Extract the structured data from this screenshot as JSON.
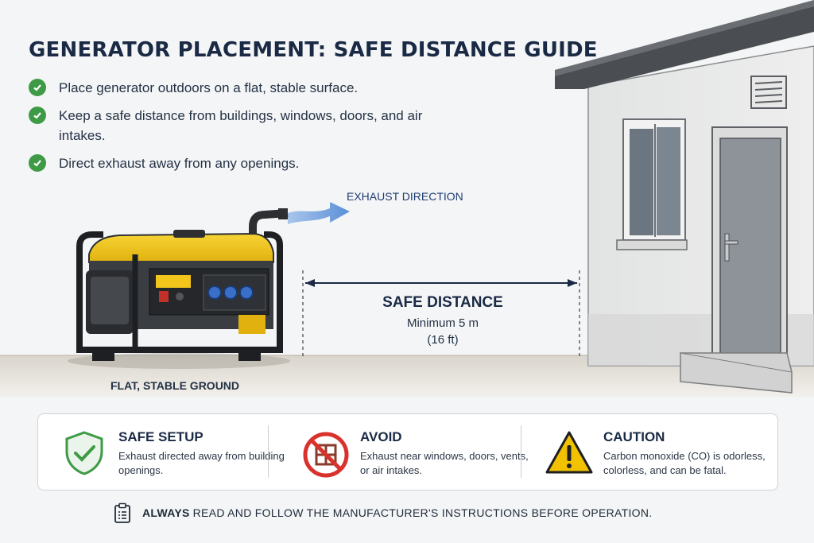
{
  "title": "GENERATOR PLACEMENT: SAFE DISTANCE GUIDE",
  "checklist": [
    "Place generator outdoors on a flat, stable surface.",
    "Keep a safe distance from buildings, windows, doors, and air intakes.",
    "Direct exhaust away from any openings."
  ],
  "diagram": {
    "exhaust_label": "EXHAUST DIRECTION",
    "safe_distance_label": "SAFE DISTANCE",
    "minimum": "Minimum 5 m",
    "minimum_ft": "(16 ft)",
    "ground_label": "FLAT, STABLE GROUND"
  },
  "cards": [
    {
      "title": "SAFE SETUP",
      "text": "Exhaust directed away from building openings.",
      "icon": "shield-check-icon",
      "color": "#3e9a45"
    },
    {
      "title": "AVOID",
      "text": "Exhaust near windows, doors, vents, or air intakes.",
      "icon": "no-window-icon",
      "color": "#d9312b"
    },
    {
      "title": "CAUTION",
      "text": "Carbon monoxide (CO) is odorless, colorless, and can be fatal.",
      "icon": "warning-triangle-icon",
      "color": "#f2c200"
    }
  ],
  "footer": {
    "bold": "ALWAYS",
    "text": "READ AND FOLLOW THE MANUFACTURER'S INSTRUCTIONS BEFORE OPERATION.",
    "icon": "clipboard-icon"
  },
  "colors": {
    "accent_green": "#3e9a45",
    "avoid_red": "#d9312b",
    "caution_yellow": "#f2c200",
    "generator_yellow": "#f2c51d",
    "title_navy": "#1a2a45",
    "exhaust_blue": "#6a9ad8"
  }
}
